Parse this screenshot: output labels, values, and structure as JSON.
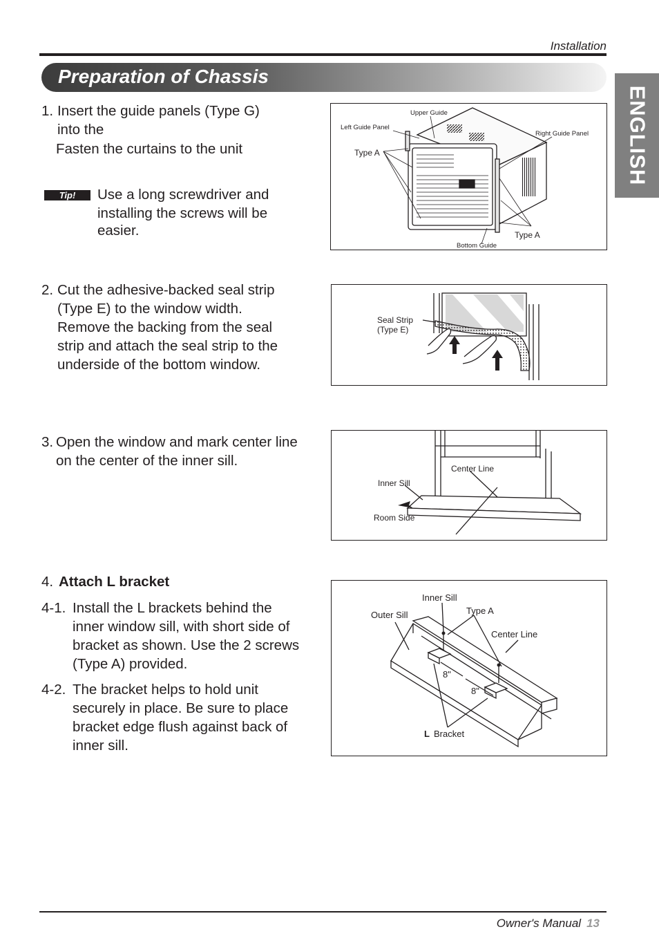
{
  "header": {
    "section": "Installation"
  },
  "title": "Preparation of Chassis",
  "side_tab": "ENGLISH",
  "step1": {
    "number": "1.",
    "line1": "Insert the guide panels (Type G)",
    "line2": "into the",
    "line3": "Fasten the curtains to the unit",
    "tip_badge": "Tip!",
    "tip_line1": "Use a long screwdriver and",
    "tip_line2": "installing the screws will be",
    "tip_line3": "easier."
  },
  "step2": {
    "number": "2.",
    "line1": "Cut the adhesive-backed seal strip",
    "line2": "(Type E) to the window width.",
    "line3": "Remove the backing from the seal",
    "line4": "strip and attach the seal strip to the",
    "line5": "underside of the bottom window."
  },
  "step3": {
    "number": "3.",
    "line1": "Open the window and mark center line",
    "line2": "on the center of the inner sill."
  },
  "step4": {
    "number": "4.",
    "heading": "Attach L bracket",
    "sub1_num": "4-1.",
    "sub1_line1": "Install the L brackets behind the",
    "sub1_line2": "inner window sill, with short side of",
    "sub1_line3": "bracket as shown. Use the 2 screws",
    "sub1_line4": "(Type A) provided.",
    "sub2_num": "4-2.",
    "sub2_line1": "The bracket helps to hold unit",
    "sub2_line2": "securely in place. Be sure to place",
    "sub2_line3": "bracket edge flush against back of",
    "sub2_line4": "inner sill."
  },
  "fig1": {
    "upper_guide": "Upper Guide",
    "left_guide_panel": "Left Guide Panel",
    "right_guide_panel": "Right Guide Panel",
    "type_a_left": "Type A",
    "type_a_right": "Type A",
    "bottom_guide": "Bottom Guide"
  },
  "fig2": {
    "seal_strip_1": "Seal Strip",
    "seal_strip_2": "(Type E)"
  },
  "fig3": {
    "center_line": "Center Line",
    "inner_sill": "Inner Sill",
    "room_side": "Room Side"
  },
  "fig4": {
    "inner_sill": "Inner Sill",
    "outer_sill": "Outer Sill",
    "type_a": "Type A",
    "center_line": "Center Line",
    "dim1": "8\"",
    "dim2": "8\"",
    "l_bracket_letter": "L",
    "l_bracket_word": "Bracket"
  },
  "footer": {
    "manual": "Owner's Manual",
    "page": "13"
  }
}
